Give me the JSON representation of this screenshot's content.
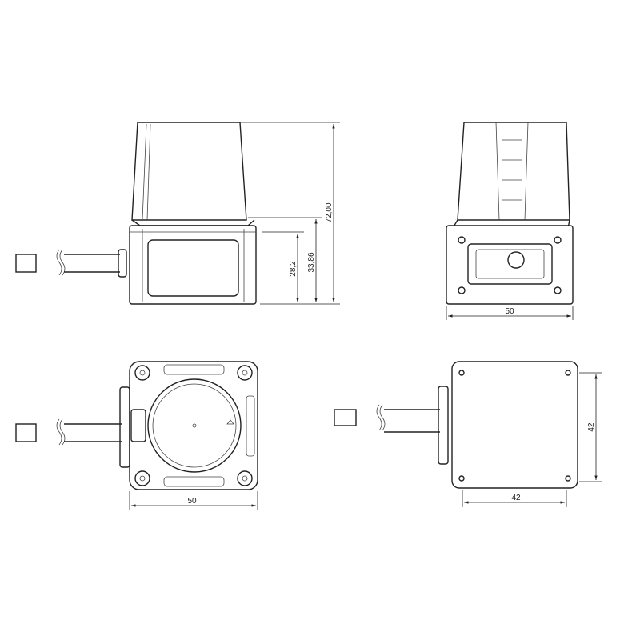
{
  "dimensions": {
    "side_total_height": "72,00",
    "side_base_height": "33,86",
    "side_window_height": "28,2",
    "front_width": "50",
    "top_width": "50",
    "bottom_height": "42",
    "bottom_width": "42"
  }
}
